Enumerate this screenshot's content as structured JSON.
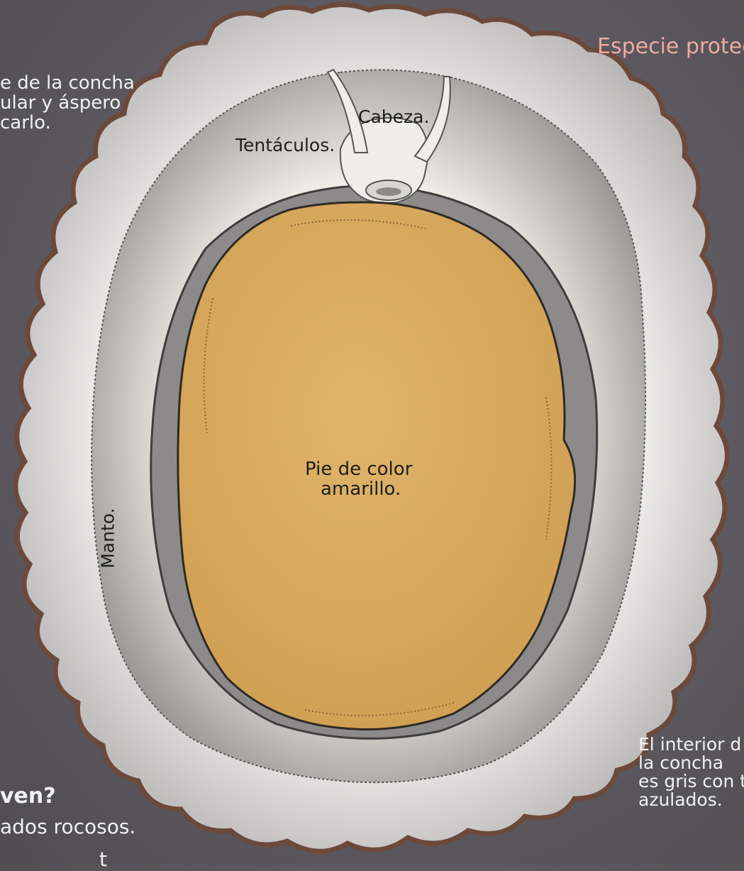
{
  "labels": {
    "protected_species": "Especie proteg",
    "shell_text_1": "e de la concha",
    "shell_text_2": "ular y áspero",
    "shell_text_3": "carlo.",
    "head": "Cabeza.",
    "tentacles": "Tentáculos.",
    "foot_1": "Pie de color",
    "foot_2": "amarillo.",
    "mantle": "Manto.",
    "interior_1": "El interior d",
    "interior_2": "la concha",
    "interior_3": "es gris con t",
    "interior_4": "azulados.",
    "where_heading": "ven?",
    "where_text": "ados rocosos.",
    "bottom_text": "t"
  },
  "colors": {
    "background": "#5f5d63",
    "shell_outer": "#e7e5e2",
    "shell_rim": "#6b4a3c",
    "mantle": "#f4f1ec",
    "foot": "#d9ad62",
    "label_pink": "#f0a9a1"
  }
}
